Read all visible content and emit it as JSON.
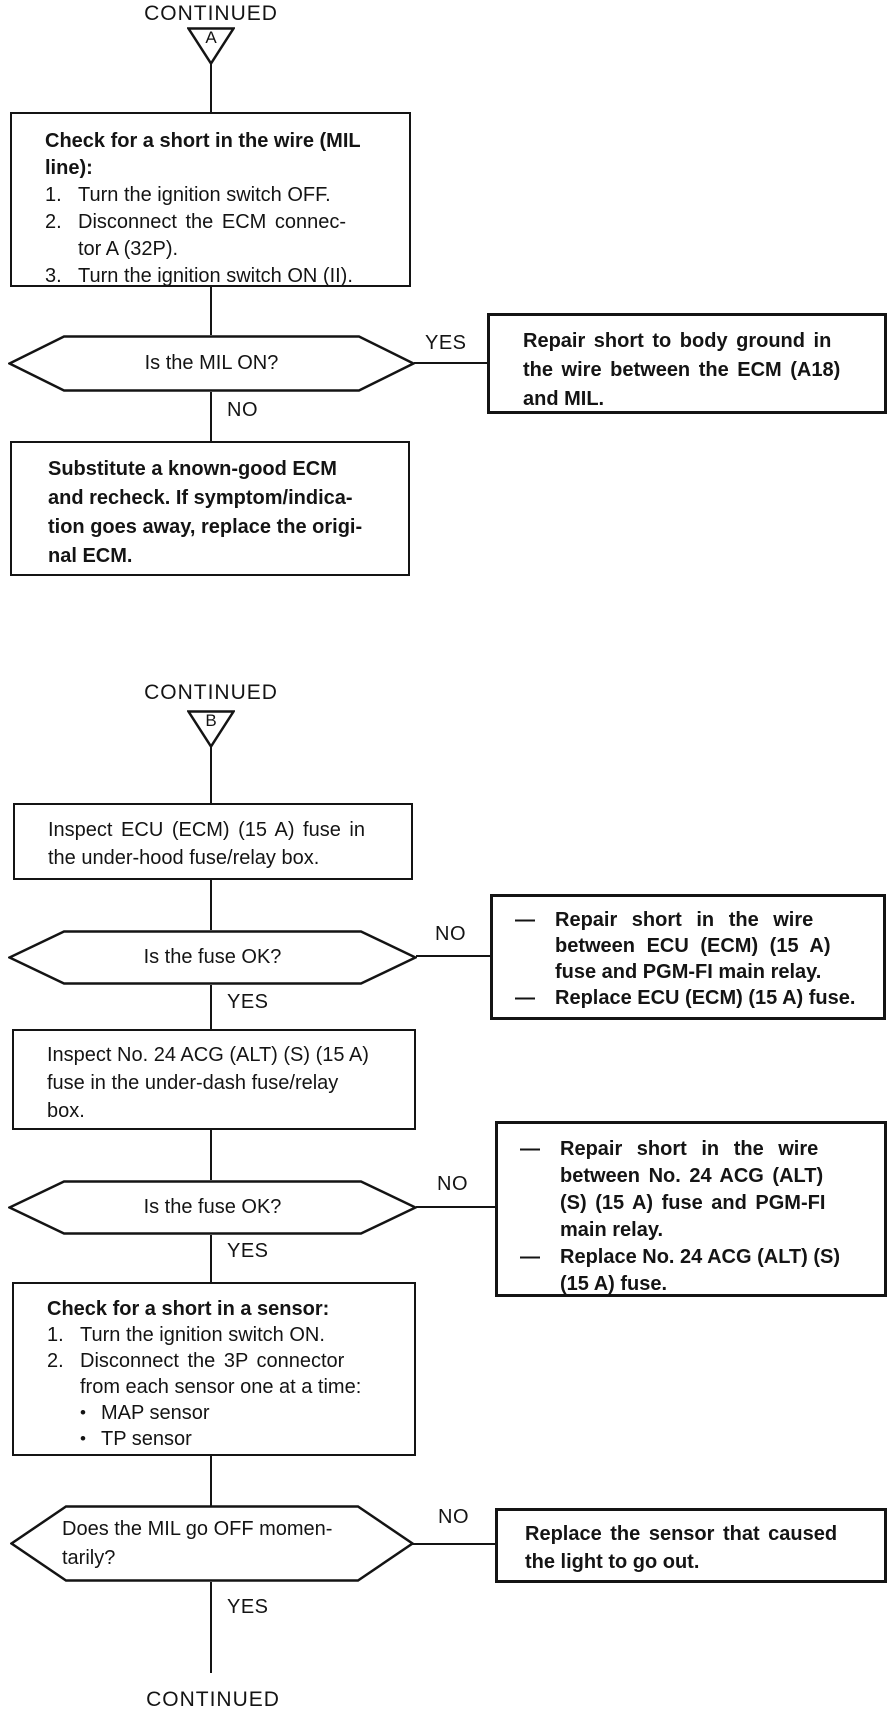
{
  "colors": {
    "ink": "#141414",
    "paper": "#ffffff"
  },
  "section_a": {
    "continued_label": "CONTINUED",
    "connector_letter": "A",
    "check_wire_box": {
      "title_lines": [
        "Check for a short in the wire (MIL",
        "line):"
      ],
      "steps": [
        {
          "num": "1.",
          "lines": [
            "Turn the ignition switch OFF."
          ]
        },
        {
          "num": "2.",
          "lines": [
            "Disconnect the ECM connec-",
            "tor A (32P)."
          ]
        },
        {
          "num": "3.",
          "lines": [
            "Turn the ignition switch ON (II)."
          ]
        }
      ]
    },
    "decision_mil_on": {
      "question": "Is the MIL ON?",
      "yes_label": "YES",
      "no_label": "NO"
    },
    "repair_short_box": {
      "lines": [
        "Repair short to body ground in",
        "the wire between the ECM (A18)",
        "and MIL."
      ]
    },
    "substitute_ecm_box": {
      "lines": [
        "Substitute a known-good ECM",
        "and recheck. If symptom/indica-",
        "tion goes away, replace the origi-",
        "nal ECM."
      ]
    }
  },
  "section_b": {
    "continued_label": "CONTINUED",
    "connector_letter": "B",
    "inspect_ecu_fuse_box": {
      "lines": [
        "Inspect ECU (ECM) (15 A) fuse in",
        "the under-hood fuse/relay box."
      ]
    },
    "decision_fuse_ok_1": {
      "question": "Is the fuse OK?",
      "yes_label": "YES",
      "no_label": "NO"
    },
    "fuse1_no_box": {
      "items": [
        {
          "marker": "—",
          "lines": [
            "Repair short in the wire",
            "between ECU (ECM) (15 A)",
            "fuse and PGM-FI main relay."
          ]
        },
        {
          "marker": "—",
          "lines": [
            "Replace ECU (ECM) (15 A) fuse."
          ]
        }
      ]
    },
    "inspect_acg_fuse_box": {
      "lines": [
        "Inspect No. 24 ACG (ALT) (S) (15 A)",
        "fuse in the under-dash fuse/relay",
        "box."
      ]
    },
    "decision_fuse_ok_2": {
      "question": "Is the fuse OK?",
      "yes_label": "YES",
      "no_label": "NO"
    },
    "fuse2_no_box": {
      "items": [
        {
          "marker": "—",
          "lines": [
            "Repair short in the wire",
            "between No. 24 ACG (ALT)",
            "(S) (15 A) fuse and PGM-FI",
            "main relay."
          ]
        },
        {
          "marker": "—",
          "lines": [
            "Replace No. 24 ACG (ALT) (S)",
            "(15 A) fuse."
          ]
        }
      ]
    },
    "check_sensor_box": {
      "title": "Check for a short in a sensor:",
      "steps": [
        {
          "num": "1.",
          "lines": [
            "Turn the ignition switch ON."
          ]
        },
        {
          "num": "2.",
          "lines": [
            "Disconnect the 3P connector",
            "from each sensor one at a time:"
          ]
        }
      ],
      "bullets": [
        {
          "marker": "•",
          "text": "MAP sensor"
        },
        {
          "marker": "•",
          "text": "TP sensor"
        }
      ]
    },
    "decision_mil_off": {
      "question_lines": [
        "Does the MIL go OFF momen-",
        "tarily?"
      ],
      "yes_label": "YES",
      "no_label": "NO"
    },
    "replace_sensor_box": {
      "lines": [
        "Replace the sensor that caused",
        "the light to go out."
      ]
    },
    "continued_end_label": "CONTINUED"
  }
}
